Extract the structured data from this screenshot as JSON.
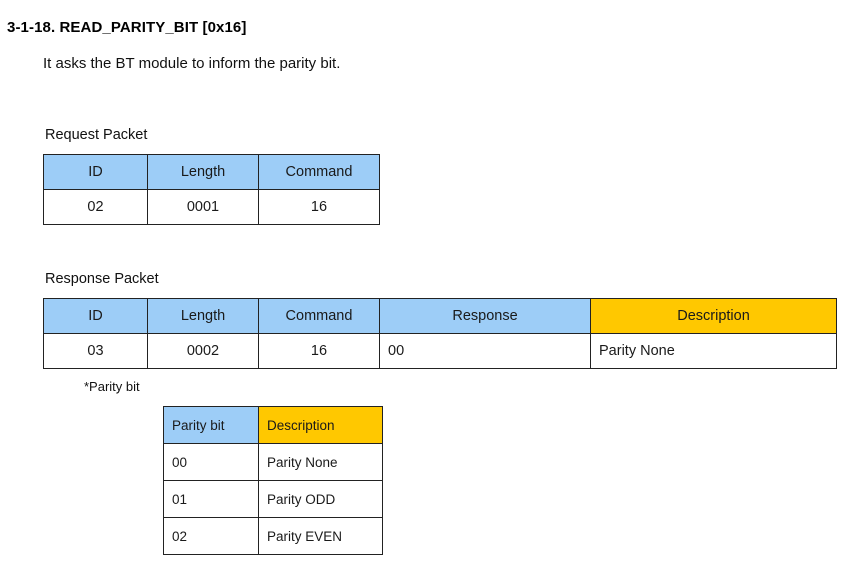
{
  "document": {
    "title": "3-1-18. READ_PARITY_BIT [0x16]",
    "description": "It asks the BT module to inform the parity bit."
  },
  "colors": {
    "header_blue": "#9DCDF7",
    "header_amber": "#FFC800",
    "border": "#222222",
    "text": "#1a1a1a",
    "background": "#ffffff"
  },
  "request_packet": {
    "caption": "Request Packet",
    "columns": [
      "ID",
      "Length",
      "Command"
    ],
    "rows": [
      [
        "02",
        "0001",
        "16"
      ]
    ]
  },
  "response_packet": {
    "caption": "Response Packet",
    "columns": [
      "ID",
      "Length",
      "Command",
      "Response",
      "Description"
    ],
    "accent_column": "Description",
    "rows": [
      [
        "03",
        "0002",
        "16",
        "00",
        "Parity None"
      ]
    ]
  },
  "parity_note": {
    "caption": "*Parity bit",
    "columns": [
      "Parity bit",
      "Description"
    ],
    "accent_column": "Description",
    "rows": [
      [
        "00",
        "Parity None"
      ],
      [
        "01",
        "Parity ODD"
      ],
      [
        "02",
        "Parity EVEN"
      ]
    ]
  }
}
